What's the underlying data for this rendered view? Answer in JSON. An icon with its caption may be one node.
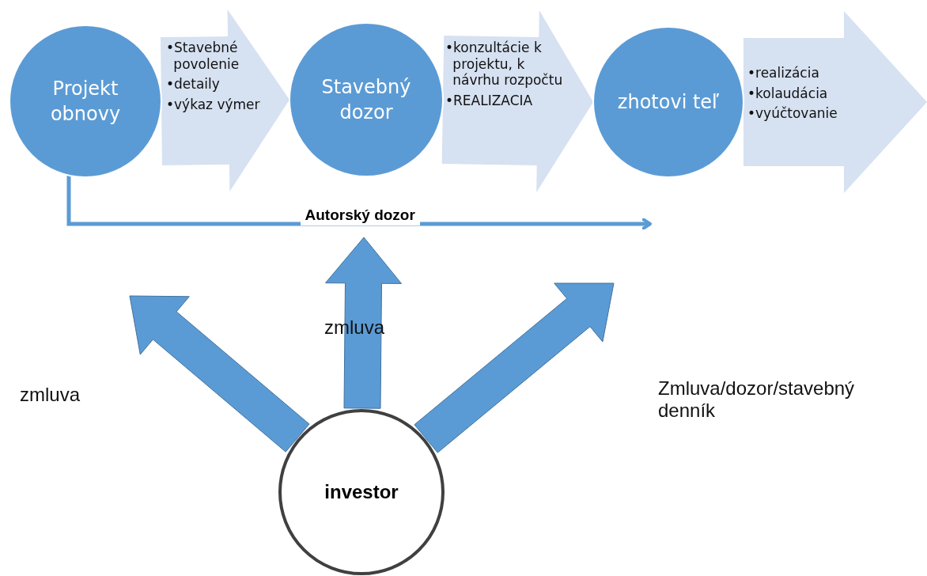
{
  "diagram": {
    "nodes": [
      {
        "text": [
          "Projekt obnovy"
        ]
      },
      {
        "text": [
          "•Stavebné povolenie",
          "•detaily",
          "•výkaz výmer"
        ]
      },
      {
        "text": [
          "Stavebný dozor"
        ]
      },
      {
        "text": [
          "•konzultácie k projektu, k návrhu rozpočtu",
          "•REALIZACIA"
        ]
      },
      {
        "text": [
          "zhotovi teľ"
        ]
      },
      {
        "text": [
          "•realizácia",
          "•kolaudácia",
          "•vyúčtovanie"
        ]
      },
      {
        "text": [
          "investor"
        ]
      }
    ],
    "edges": [
      {
        "from": 0,
        "to": 2,
        "arrow": "to",
        "style": "thick",
        "color": "#d6e1f1"
      },
      {
        "from": 2,
        "to": 4,
        "arrow": "to",
        "style": "thick",
        "color": "#d6e1f1"
      },
      {
        "from": 4,
        "to": null,
        "arrow": "to",
        "style": "thick",
        "color": "#d6e1f1"
      },
      {
        "from": 0,
        "to": null,
        "arrow": "to",
        "label": "Autorský dozor"
      },
      {
        "from": 6,
        "to": null,
        "arrow": "to",
        "style": "thick"
      },
      {
        "from": 6,
        "to": null,
        "arrow": "to",
        "style": "thick"
      },
      {
        "from": 6,
        "to": null,
        "arrow": "to",
        "style": "thick"
      }
    ],
    "labels": [
      "zmluva",
      "zmluva",
      "Zmluva/dozor/stavebný denník"
    ]
  }
}
